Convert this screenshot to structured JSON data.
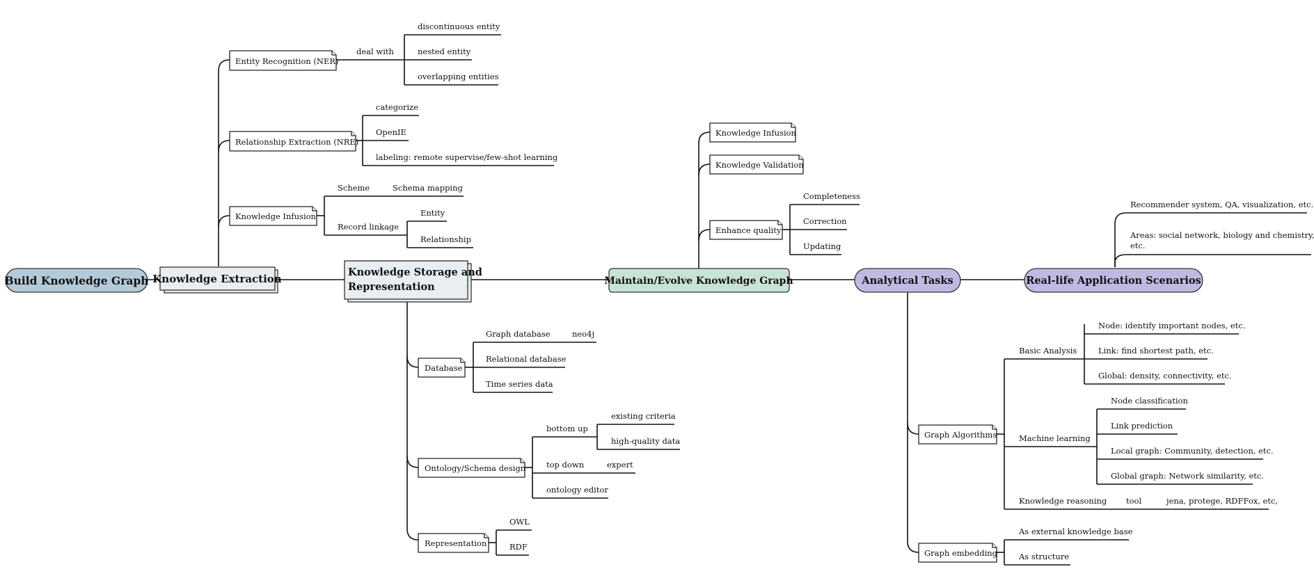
{
  "nodes": {
    "root": "Build Knowledge Graph",
    "ke": "Knowledge Extraction",
    "ner": "Entity Recognition (NER)",
    "ner_dealwith": "deal with",
    "ner_discontinuous": "discontinuous entity",
    "ner_nested": "nested entity",
    "ner_overlapping": "overlapping entities",
    "nre": "Relationship Extraction (NRE)",
    "nre_categorize": "categorize",
    "nre_openie": "OpenIE",
    "nre_labeling": "labeling: remote supervise/few-shot learning",
    "ki": "Knowledge Infusion",
    "ki_scheme": "Scheme",
    "ki_schema_mapping": "Schema mapping",
    "ki_record": "Record linkage",
    "ki_entity": "Entity",
    "ki_relationship": "Relationship",
    "ksr_line1": "Knowledge Storage and",
    "ksr_line2": "Representation",
    "db": "Database",
    "db_graph": "Graph database",
    "db_neo4j": "neo4j",
    "db_relational": "Relational database",
    "db_timeseries": "Time series data",
    "onto": "Ontology/Schema design",
    "onto_bottomup": "bottom up",
    "onto_existing": "existing criteria",
    "onto_highq": "high-quality data",
    "onto_topdown": "top down",
    "onto_expert": "expert",
    "onto_editor": "ontology editor",
    "rep": "Representation",
    "rep_owl": "OWL",
    "rep_rdf": "RDF",
    "mek": "Maintain/Evolve Knowledge Graph",
    "m_infusion": "Knowledge Infusion",
    "m_validation": "Knowledge Validation",
    "m_enhance": "Enhance quality",
    "m_completeness": "Completeness",
    "m_correction": "Correction",
    "m_updating": "Updating",
    "at": "Analytical Tasks",
    "ga": "Graph Algorithms",
    "ga_basic": "Basic Analysis",
    "ga_basic_node": "Node: identify important nodes, etc.",
    "ga_basic_link": "Link: find shortest path, etc.",
    "ga_basic_global": "Global: density, connectivity, etc.",
    "ga_ml": "Machine learning",
    "ga_ml_node": "Node classification",
    "ga_ml_link": "Link prediction",
    "ga_ml_local": "Local graph: Community, detection, etc.",
    "ga_ml_global": "Global graph: Network similarity, etc.",
    "ga_kr": "Knowledge reasoning",
    "ga_kr_tool": "tool",
    "ga_kr_jena": "jena, protege, RDFFox, etc,",
    "ge": "Graph embedding",
    "ge_external": "As external knowledge base",
    "ge_structure": "As structure",
    "rl": "Real-life Application Scenarios",
    "rl_recommender": "Recommender system, QA, visualization, etc.",
    "rl_areas_line1": "Areas: social network, biology and chemistry,",
    "rl_areas_line2": "etc."
  },
  "colors": {
    "root_fill": "#b5cad8",
    "extraction_fill": "#e9eef2",
    "storage_fill": "#e9eef2",
    "maintain_fill": "#c9e2d6",
    "analytical_fill": "#c0b9e2",
    "reallife_fill": "#c0b9e2",
    "line": "#111111"
  }
}
